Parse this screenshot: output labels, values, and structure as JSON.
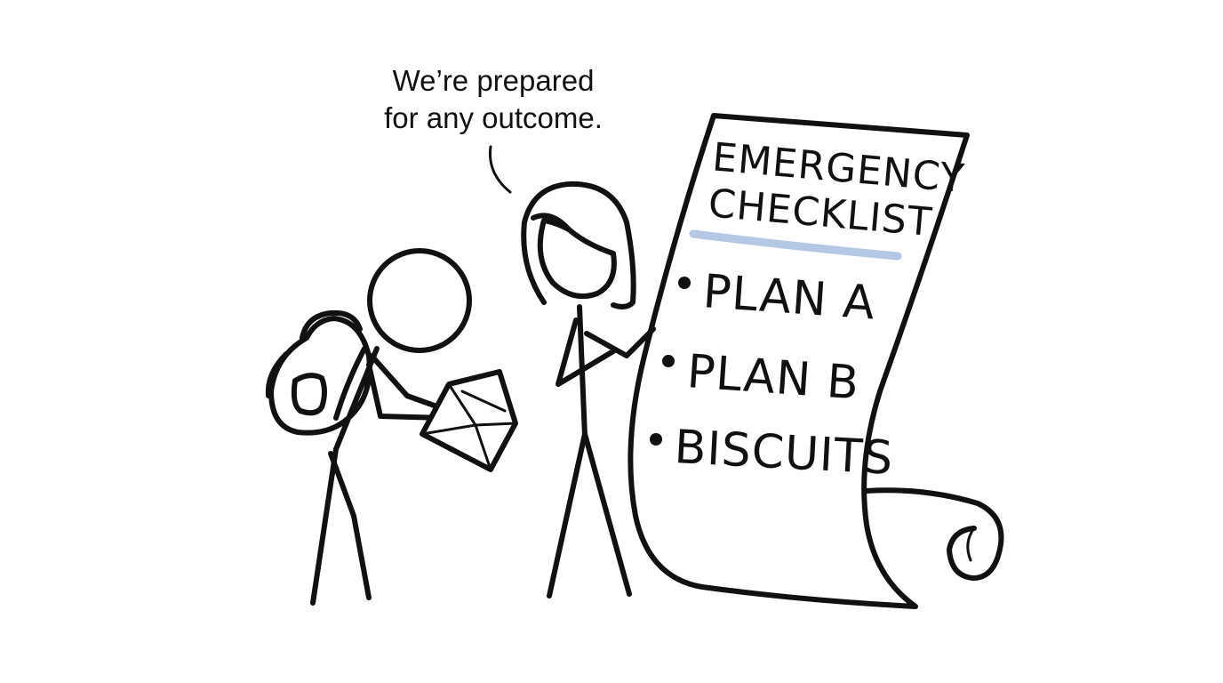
{
  "speech": {
    "line1": "We’re prepared",
    "line2": "for any outcome."
  },
  "checklist": {
    "title_line1": "EMERGENCY",
    "title_line2": "CHECKLIST",
    "items": [
      "PLAN A",
      "PLAN B",
      "BISCUITS"
    ],
    "underline_color": "#b4c8e6"
  },
  "colors": {
    "ink": "#111111",
    "background": "#ffffff"
  }
}
